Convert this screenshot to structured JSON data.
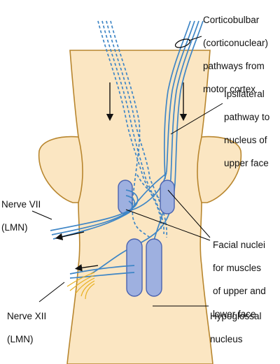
{
  "labels": {
    "corticobulbar": [
      "Corticobulbar",
      "(corticonuclear)",
      "pathways from",
      "motor cortex"
    ],
    "ipsilateral": [
      "Ipsilateral",
      "pathway to",
      "nucleus of",
      "upper face"
    ],
    "nerve_vii": [
      "Nerve VII",
      "(LMN)"
    ],
    "facial_nuclei": [
      "Facial nuclei",
      "for muscles",
      "of upper and",
      "lower face"
    ],
    "nerve_xii": [
      "Nerve XII",
      "(LMN)"
    ],
    "hypoglossal": [
      "Hypoglossal",
      "nucleus"
    ]
  },
  "colors": {
    "brainstem_fill": "#FBE6C2",
    "brainstem_outline": "#B8862E",
    "pathway": "#3F86C6",
    "nucleus_fill": "#9EB0E0",
    "nucleus_outline": "#4A63B0",
    "nerve_xii_fibers": "#E8B020",
    "leader": "#000000"
  }
}
